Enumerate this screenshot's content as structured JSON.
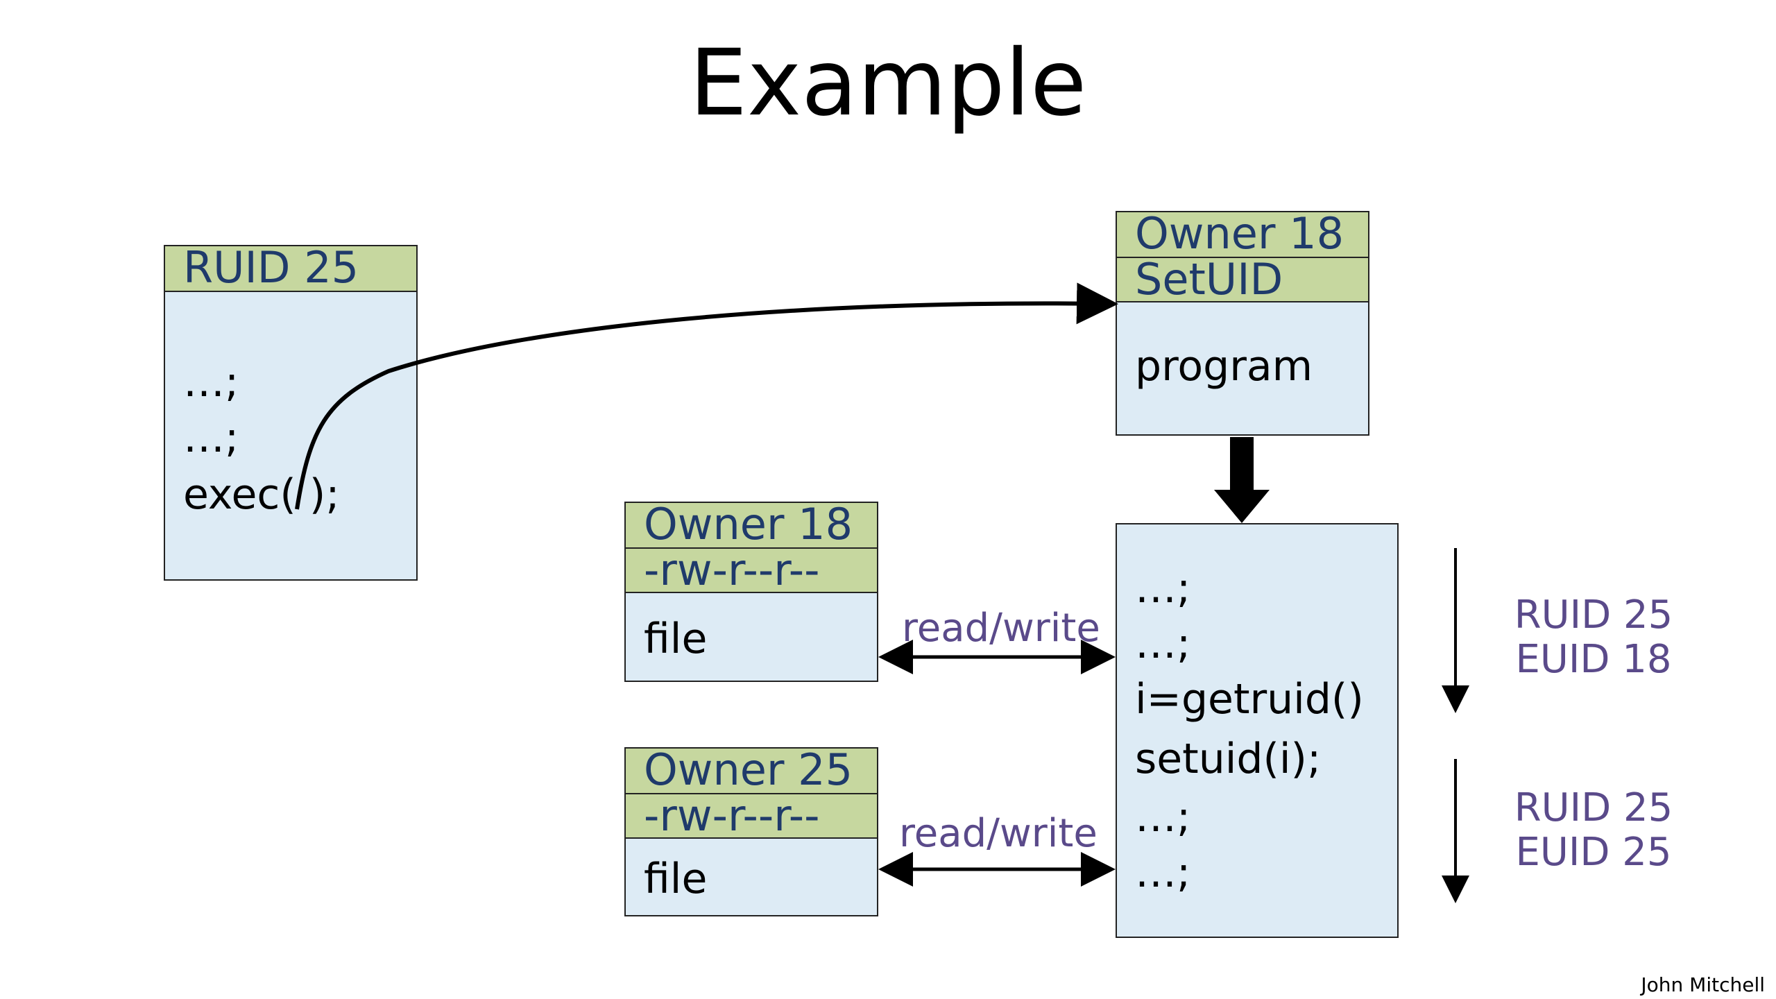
{
  "title": "Example",
  "caller": {
    "header": "RUID 25",
    "lines": [
      "…;",
      "…;",
      "exec(  );"
    ]
  },
  "program": {
    "header1": "Owner 18",
    "header2": "SetUID",
    "label": "program"
  },
  "file1": {
    "header1": "Owner 18",
    "header2": "-rw-r--r--",
    "label": "file",
    "edge_label": "read/write"
  },
  "file2": {
    "header1": "Owner 25",
    "header2": "-rw-r--r--",
    "label": "file",
    "edge_label": "read/write"
  },
  "process": {
    "lines": [
      "…;",
      "…;",
      "i=getruid()",
      "setuid(i);",
      "…;",
      "…;"
    ]
  },
  "state1": {
    "ruid": "RUID 25",
    "euid": "EUID 18"
  },
  "state2": {
    "ruid": "RUID 25",
    "euid": "EUID 25"
  },
  "author": "John Mitchell"
}
